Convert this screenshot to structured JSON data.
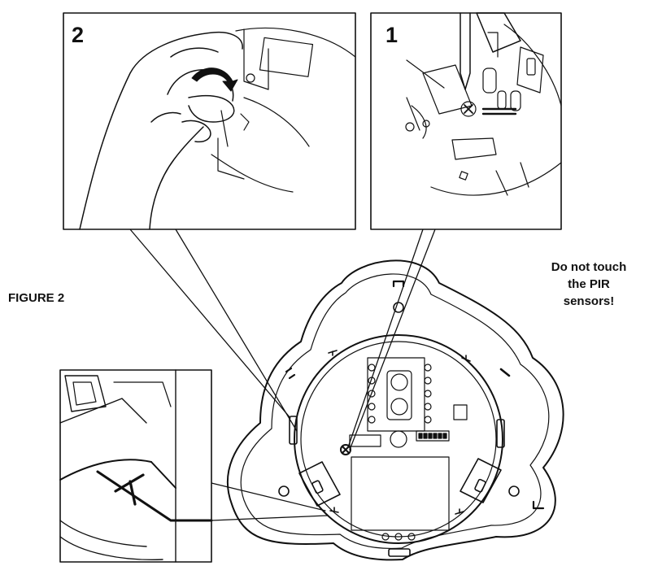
{
  "figure_label": "FIGURE 2",
  "panels": {
    "step2": {
      "number": "2"
    },
    "step1": {
      "number": "1"
    }
  },
  "warning": {
    "line1": "Do not touch",
    "line2": "the PIR",
    "line3": "sensors!"
  },
  "colors": {
    "line": "#111111",
    "background": "#ffffff"
  }
}
